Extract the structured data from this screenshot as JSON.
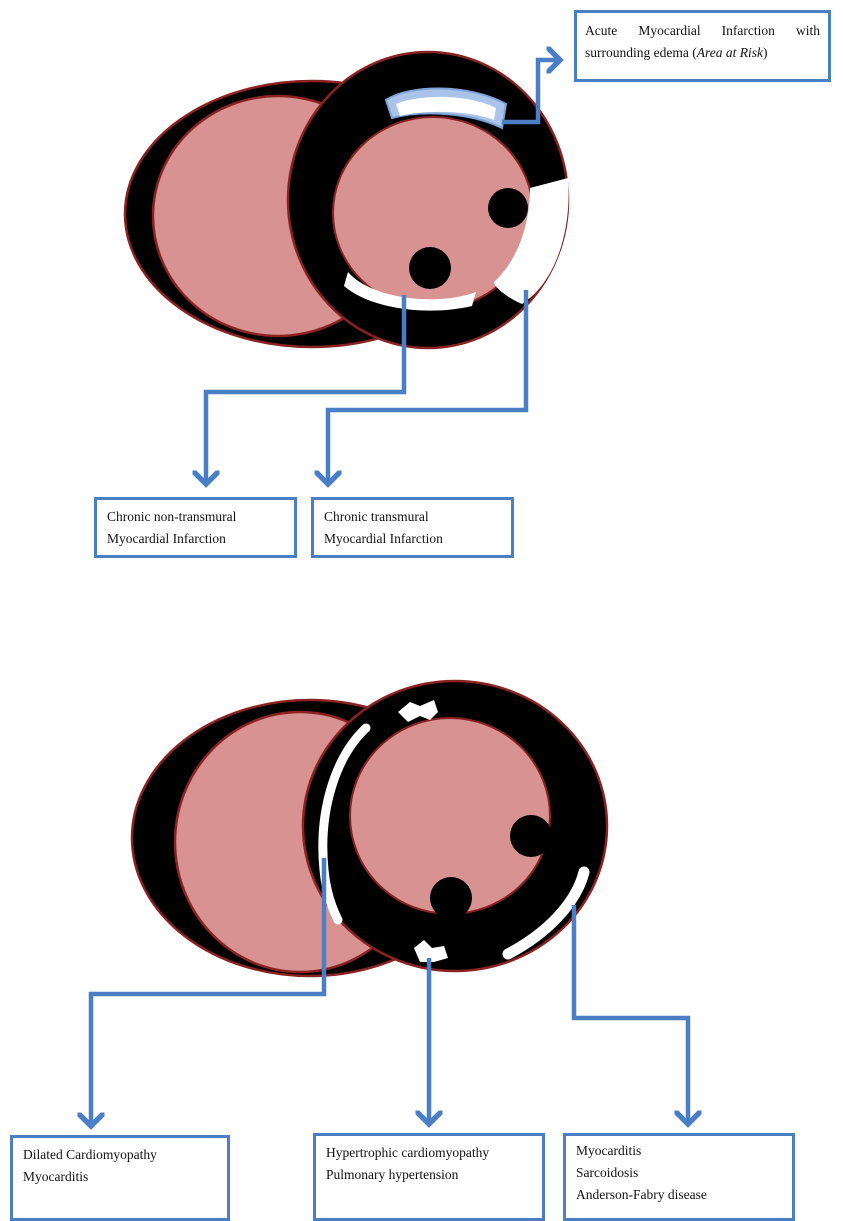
{
  "colors": {
    "myocardium": "#000000",
    "cavity_fill": "#d89292",
    "outline": "#8b2222",
    "lesion": "#ffffff",
    "edema": "#a9c4e8",
    "arrow": "#4a7ec5"
  },
  "top_diagram": {
    "labels": {
      "acute": {
        "line1": "Acute Myocardial Infarction with",
        "line2_prefix": "surrounding edema (",
        "line2_italic": "Area at Risk",
        "line2_suffix": ")"
      },
      "chronic_non_transmural": {
        "line1": "Chronic non-transmural",
        "line2": "Myocardial Infarction"
      },
      "chronic_transmural": {
        "line1": "Chronic transmural",
        "line2": "Myocardial Infarction"
      }
    }
  },
  "bottom_diagram": {
    "labels": {
      "left": {
        "line1": "Dilated Cardiomyopathy",
        "line2": "Myocarditis"
      },
      "middle": {
        "line1": "Hypertrophic cardiomyopathy",
        "line2": "Pulmonary hypertension"
      },
      "right": {
        "line1": "Myocarditis",
        "line2": "Sarcoidosis",
        "line3": "Anderson-Fabry disease"
      }
    }
  }
}
